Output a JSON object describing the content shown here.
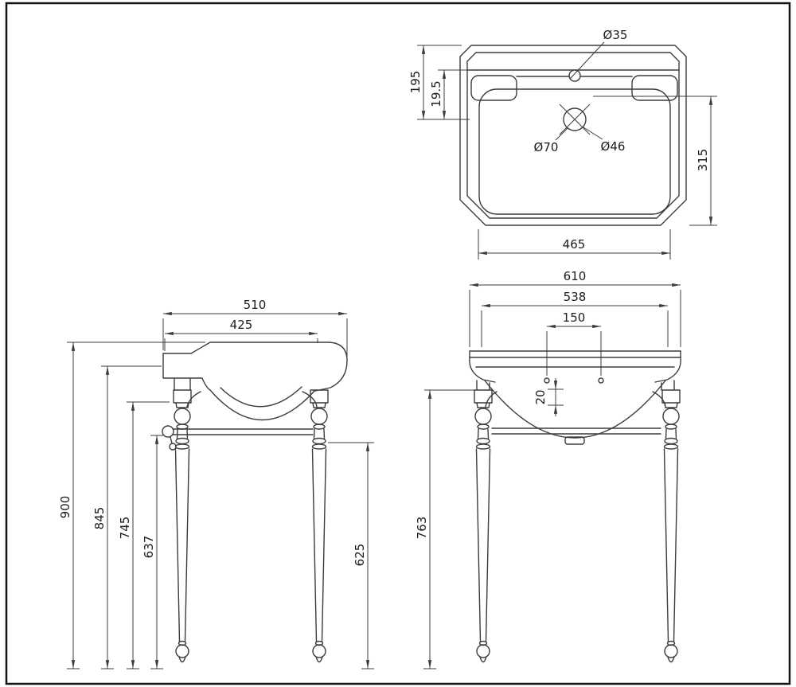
{
  "plan_view": {
    "dia35": "Ø35",
    "dia70": "Ø70",
    "dia46": "Ø46",
    "d195": "195",
    "d19_5": "19.5",
    "d315": "315",
    "d465": "465"
  },
  "side_view": {
    "d510": "510",
    "d425": "425",
    "d900": "900",
    "d845": "845",
    "d745": "745",
    "d637": "637",
    "d625": "625"
  },
  "front_view": {
    "d610": "610",
    "d538": "538",
    "d150": "150",
    "d20": "20",
    "d763": "763"
  }
}
